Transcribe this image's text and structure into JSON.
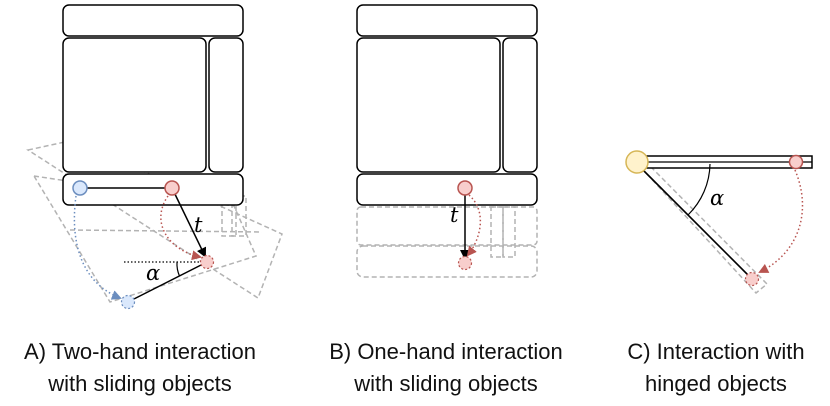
{
  "panel_a": {
    "caption_line1": "A) Two-hand interaction",
    "caption_line2": "with sliding objects",
    "translation_symbol": "t",
    "angle_symbol": "α"
  },
  "panel_b": {
    "caption_line1": "B) One-hand interaction",
    "caption_line2": "with sliding objects",
    "translation_symbol": "t"
  },
  "panel_c": {
    "caption_line1": "C) Interaction with",
    "caption_line2": "hinged objects",
    "angle_symbol": "α"
  },
  "colors": {
    "outline": "#000000",
    "ghost": "#b3b3b3",
    "red_handle_fill": "#f8cecc",
    "red_handle_stroke": "#b85450",
    "blue_handle_fill": "#dae8fc",
    "blue_handle_stroke": "#6c8ebf",
    "hinge_fill": "#fff2cc",
    "hinge_stroke": "#d6b656"
  }
}
